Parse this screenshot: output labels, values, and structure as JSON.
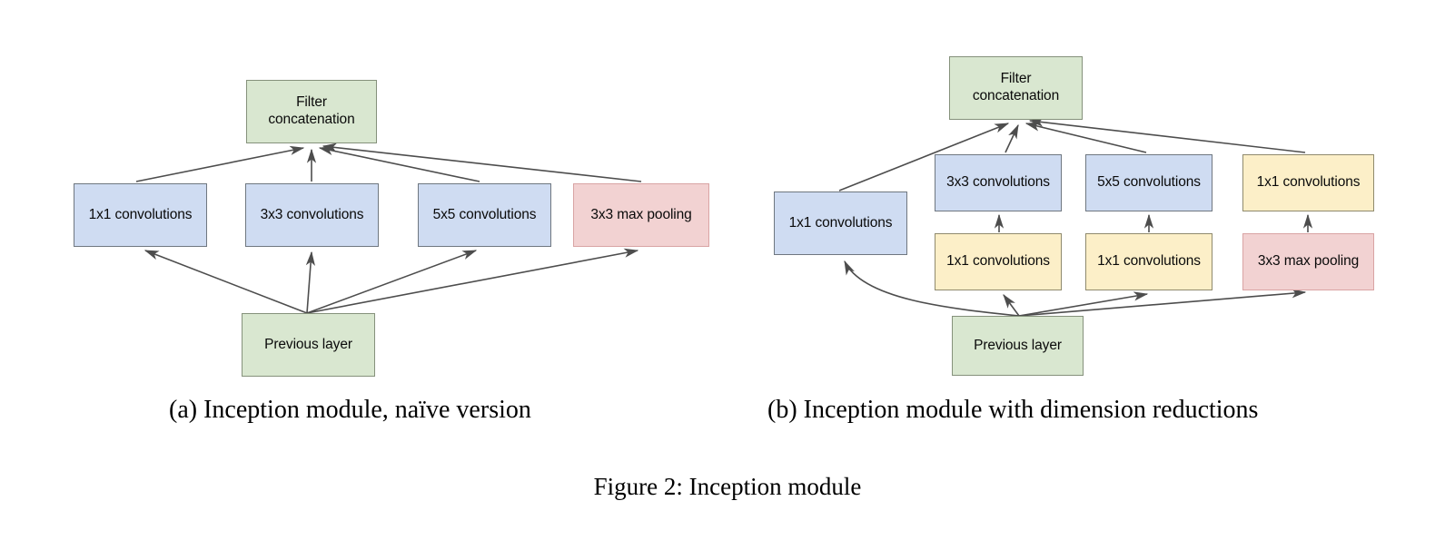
{
  "figure": {
    "caption": "Figure 2: Inception module",
    "subcaption_a": "(a)  Inception module, naïve version",
    "subcaption_b": "(b)  Inception module with dimension reductions"
  },
  "colors": {
    "green_fill": "#d9e7d0",
    "blue_fill": "#cfdcf2",
    "yellow_fill": "#fcefc8",
    "pink_fill": "#f2d2d2",
    "edge_stroke": "#4d4d4d",
    "background": "#ffffff"
  },
  "diagram_a": {
    "nodes": {
      "filter_concatenation": "Filter\nconcatenation",
      "conv_1x1": "1x1 convolutions",
      "conv_3x3": "3x3 convolutions",
      "conv_5x5": "5x5 convolutions",
      "maxpool_3x3": "3x3 max pooling",
      "previous_layer": "Previous layer"
    }
  },
  "diagram_b": {
    "nodes": {
      "filter_concatenation": "Filter\nconcatenation",
      "conv_1x1_direct": "1x1 convolutions",
      "conv_3x3": "3x3 convolutions",
      "conv_5x5": "5x5 convolutions",
      "conv_1x1_after_pool": "1x1 convolutions",
      "conv_1x1_reduce_3x3": "1x1 convolutions",
      "conv_1x1_reduce_5x5": "1x1 convolutions",
      "maxpool_3x3": "3x3 max pooling",
      "previous_layer": "Previous layer"
    }
  }
}
